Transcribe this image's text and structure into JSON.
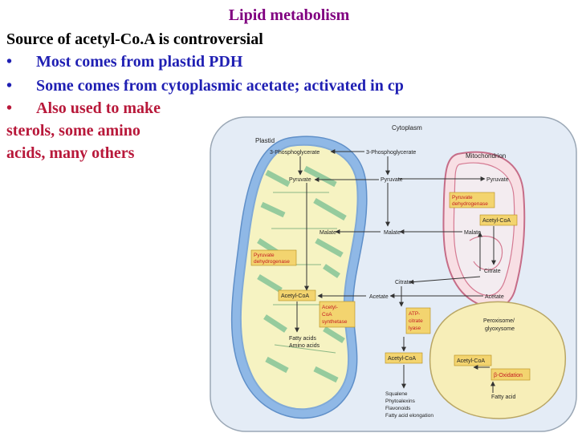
{
  "colors": {
    "title": "#800080",
    "heading": "#000000",
    "bullet_blue": "#1f1fb3",
    "bullet_red": "#b8183a",
    "cytoplasm": "#e4ecf6",
    "plastid_fill": "#f6f3c2",
    "plastid_membrane": "#7fa9d8",
    "thylakoid": "#8cc79a",
    "mito_fill": "#f8dfe4",
    "mito_crista": "#d57a92",
    "peroxisome_fill": "#f7eeb8",
    "enzyme_box": "#f3d46f",
    "enzyme_text": "#c41b23"
  },
  "slide": {
    "title": "Lipid metabolism",
    "heading": "Source of acetyl-Co.A is controversial",
    "bullets": [
      {
        "marker": "•",
        "text": "Most comes from plastid PDH"
      },
      {
        "marker": "•",
        "text": "Some comes from cytoplasmic acetate; activated in cp"
      },
      {
        "marker": "•",
        "text": "Also used to make"
      }
    ],
    "continuation": [
      "sterols, some amino",
      "acids, many others"
    ]
  },
  "figure": {
    "compartments": {
      "cytoplasm": "Cytoplasm",
      "plastid": "Plastid",
      "mitochondrion": "Mitochondrion",
      "peroxisome_line1": "Peroxisome/",
      "peroxisome_line2": "glyoxysome"
    },
    "plastid": {
      "phosphoglycerate": "3-Phosphoglycerate",
      "pyruvate": "Pyruvate",
      "malate": "Malate",
      "pdh_line1": "Pyruvate",
      "pdh_line2": "dehydrogenase",
      "acetyl_coa": "Acetyl-CoA",
      "acs_line1": "Acetyl-",
      "acs_line2": "CoA",
      "acs_line3": "synthetase",
      "fatty_acids": "Fatty acids",
      "amino_acids": "Amino acids"
    },
    "cytoplasm": {
      "phosphoglycerate": "3-Phosphoglycerate",
      "pyruvate": "Pyruvate",
      "malate": "Malate",
      "citrate": "Citrate",
      "acetate": "Acetate",
      "acl_line1": "ATP-",
      "acl_line2": "citrate",
      "acl_line3": "lyase",
      "acetyl_coa": "Acetyl-CoA",
      "products": [
        "Squalene",
        "Phytoalexins",
        "Flavonoids",
        "Fatty acid elongation"
      ]
    },
    "mitochondrion": {
      "pyruvate": "Pyruvate",
      "pdh_line1": "Pyruvate",
      "pdh_line2": "dehydrogenase",
      "acetyl_coa": "Acetyl-CoA",
      "malate": "Malate",
      "citrate": "Citrate",
      "acetate": "Acetate"
    },
    "peroxisome": {
      "acetyl_coa": "Acetyl-CoA",
      "beta_oxidation": "β-Oxidation",
      "fatty_acid": "Fatty acid"
    }
  }
}
